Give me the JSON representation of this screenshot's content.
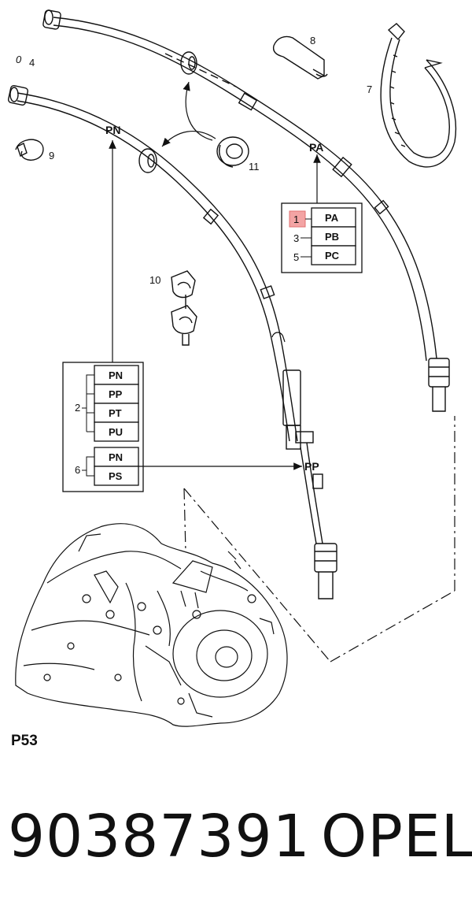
{
  "diagram": {
    "callouts": {
      "pn_top": "PN",
      "pa": "PA",
      "pp": "PP"
    },
    "part_labels": {
      "p4_prefix": "0",
      "p4": "4",
      "p7": "7",
      "p8": "8",
      "p9": "9",
      "p10": "10",
      "p11": "11"
    },
    "table_pa": {
      "rows": [
        {
          "num": "1",
          "code": "PA",
          "highlighted": true
        },
        {
          "num": "3",
          "code": "PB",
          "highlighted": false
        },
        {
          "num": "5",
          "code": "PC",
          "highlighted": false
        }
      ]
    },
    "table_pn": {
      "group1": {
        "num": "2",
        "codes": [
          "PN",
          "PP",
          "PT",
          "PU"
        ]
      },
      "group2": {
        "num": "6",
        "codes": [
          "PN",
          "PS"
        ]
      }
    },
    "highlight_color": "#f3a4a4"
  },
  "footer": {
    "sheet_code": "P53",
    "part_number": "90387391",
    "brand": "OPEL"
  }
}
